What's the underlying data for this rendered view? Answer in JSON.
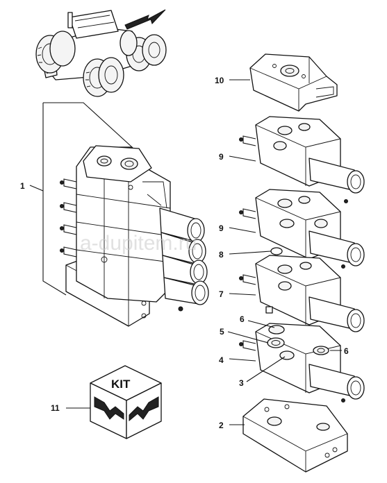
{
  "callouts": {
    "c1": "1",
    "c2": "2",
    "c3": "3",
    "c4": "4",
    "c5": "5",
    "c6a": "6",
    "c6b": "6",
    "c7": "7",
    "c8": "8",
    "c9a": "9",
    "c9b": "9",
    "c10": "10",
    "c11": "11"
  },
  "kit_label": "KIT",
  "watermark": "a-dupitem.ru",
  "icons": {
    "tractor": "tractor-icon",
    "locator_arrow": "arrow-icon",
    "kit_box": "kit-box-icon"
  }
}
